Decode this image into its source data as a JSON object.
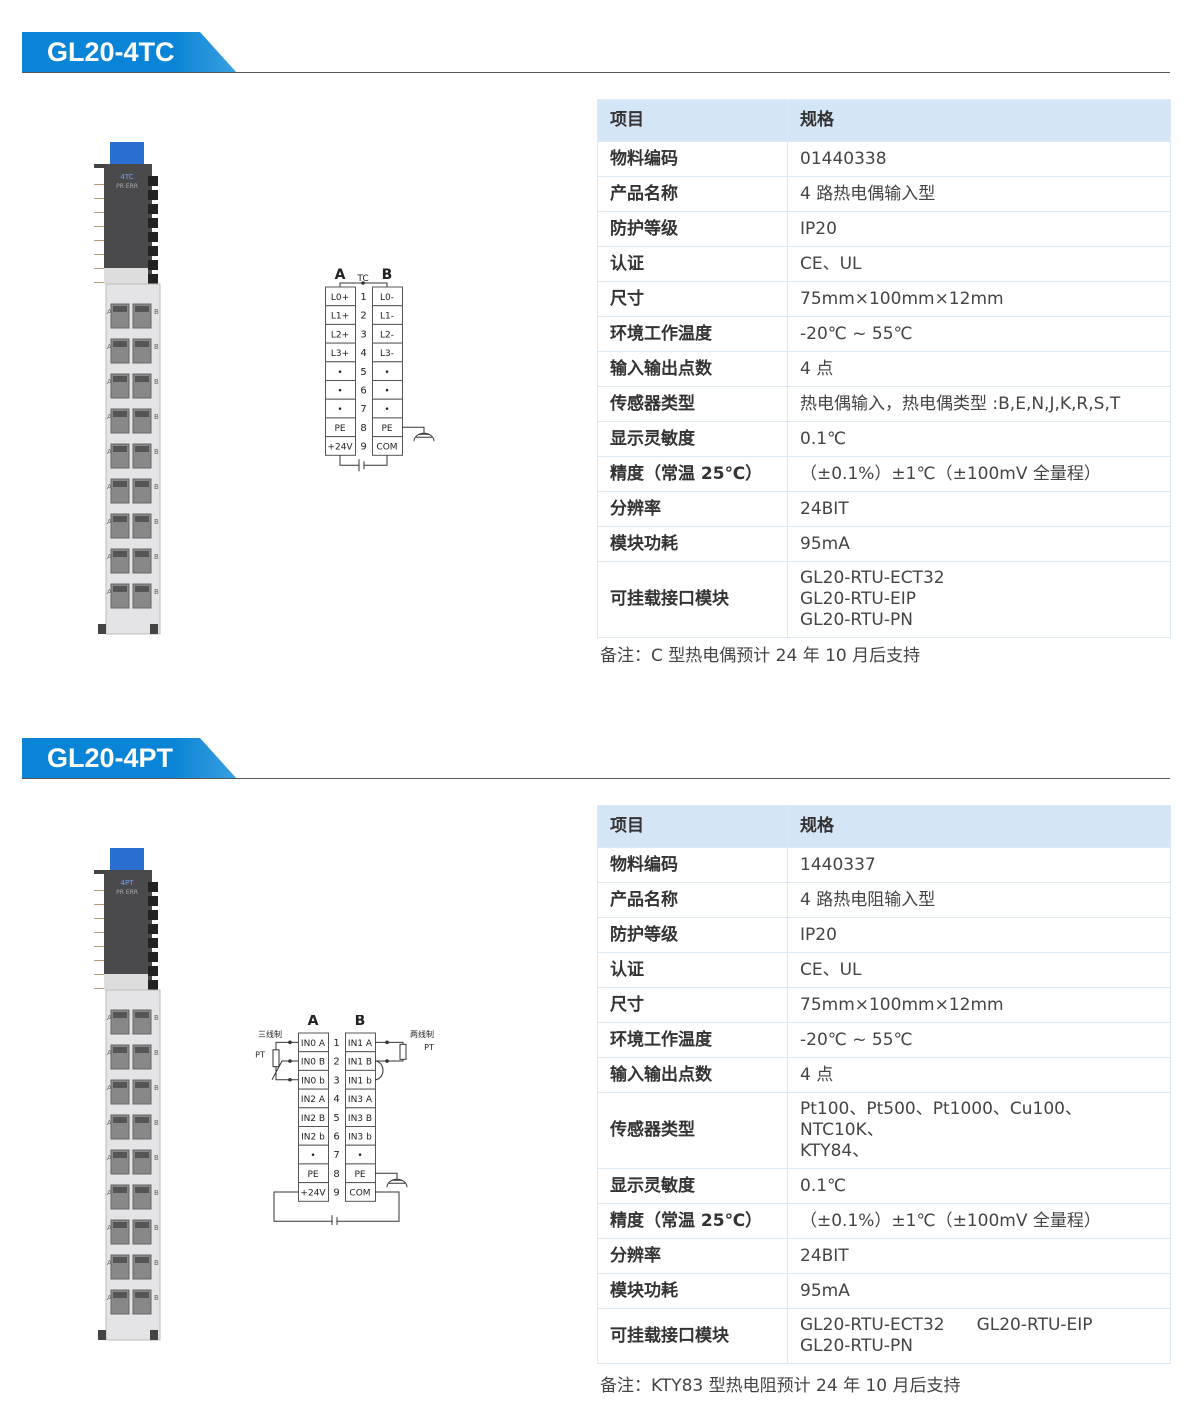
{
  "colors": {
    "accent": "#0a84d6",
    "table_header": "#d4e5f6",
    "table_border": "#dde9f5",
    "device_dark": "#4a4a4c",
    "device_blue": "#2a6fd0"
  },
  "sections": [
    {
      "title": "GL20-4TC",
      "device_label": "4TC",
      "device_leds": [
        "PR",
        "ERR"
      ],
      "table": {
        "headers": [
          "项目",
          "规格"
        ],
        "rows": [
          {
            "key": "物料编码",
            "lines": [
              [
                "01440338"
              ]
            ]
          },
          {
            "key": "产品名称",
            "lines": [
              [
                "4 路热电偶输入型"
              ]
            ]
          },
          {
            "key": "防护等级",
            "lines": [
              [
                "IP20"
              ]
            ]
          },
          {
            "key": "认证",
            "lines": [
              [
                "CE、UL"
              ]
            ]
          },
          {
            "key": "尺寸",
            "lines": [
              [
                "75mm×100mm×12mm"
              ]
            ]
          },
          {
            "key": "环境工作温度",
            "lines": [
              [
                "-20℃ ~ 55℃"
              ]
            ]
          },
          {
            "key": "输入输出点数",
            "lines": [
              [
                "4 点"
              ]
            ]
          },
          {
            "key": "传感器类型",
            "lines": [
              [
                "热电偶输入，热电偶类型 :B,E,N,J,K,R,S,T"
              ]
            ]
          },
          {
            "key": "显示灵敏度",
            "lines": [
              [
                "0.1℃"
              ]
            ]
          },
          {
            "key": "精度（常温 25℃）",
            "lines": [
              [
                "（±0.1%）±1℃（±100mV 全量程）"
              ]
            ]
          },
          {
            "key": "分辨率",
            "lines": [
              [
                "24BIT"
              ]
            ]
          },
          {
            "key": "模块功耗",
            "lines": [
              [
                "95mA"
              ]
            ]
          },
          {
            "key": "可挂载接口模块",
            "lines": [
              [
                "GL20-RTU-ECT32"
              ],
              [
                "GL20-RTU-EIP"
              ],
              [
                "GL20-RTU-PN"
              ]
            ]
          }
        ]
      },
      "note": "备注：C 型热电偶预计 24 年 10 月后支持",
      "diagram": {
        "col_a": "A",
        "col_b": "B",
        "center_label": "TC",
        "a": [
          "L0+",
          "L1+",
          "L2+",
          "L3+",
          "•",
          "•",
          "•",
          "PE",
          "+24V"
        ],
        "b": [
          "L0-",
          "L1-",
          "L2-",
          "L3-",
          "•",
          "•",
          "•",
          "PE",
          "COM"
        ],
        "nums": [
          "1",
          "2",
          "3",
          "4",
          "5",
          "6",
          "7",
          "8",
          "9"
        ]
      }
    },
    {
      "title": "GL20-4PT",
      "device_label": "4PT",
      "device_leds": [
        "PR",
        "ERR"
      ],
      "table": {
        "headers": [
          "项目",
          "规格"
        ],
        "rows": [
          {
            "key": "物料编码",
            "lines": [
              [
                "1440337"
              ]
            ]
          },
          {
            "key": "产品名称",
            "lines": [
              [
                "4 路热电阻输入型"
              ]
            ]
          },
          {
            "key": "防护等级",
            "lines": [
              [
                "IP20"
              ]
            ]
          },
          {
            "key": "认证",
            "lines": [
              [
                "CE、UL"
              ]
            ]
          },
          {
            "key": "尺寸",
            "lines": [
              [
                "75mm×100mm×12mm"
              ]
            ]
          },
          {
            "key": "环境工作温度",
            "lines": [
              [
                "-20℃ ~ 55℃"
              ]
            ]
          },
          {
            "key": "输入输出点数",
            "lines": [
              [
                "4 点"
              ]
            ]
          },
          {
            "key": "传感器类型",
            "lines": [
              [
                "Pt100、Pt500、Pt1000、Cu100、NTC10K、"
              ],
              [
                "KTY84、"
              ]
            ]
          },
          {
            "key": "显示灵敏度",
            "lines": [
              [
                "0.1℃"
              ]
            ]
          },
          {
            "key": "精度（常温 25℃）",
            "lines": [
              [
                "（±0.1%）±1℃（±100mV 全量程）"
              ]
            ]
          },
          {
            "key": "分辨率",
            "lines": [
              [
                "24BIT"
              ]
            ]
          },
          {
            "key": "模块功耗",
            "lines": [
              [
                "95mA"
              ]
            ]
          },
          {
            "key": "可挂载接口模块",
            "lines": [
              [
                "GL20-RTU-ECT32",
                "GL20-RTU-EIP"
              ],
              [
                "GL20-RTU-PN"
              ]
            ]
          }
        ]
      },
      "note": "备注：KTY83 型热电阻预计 24 年 10 月后支持",
      "diagram": {
        "col_a": "A",
        "col_b": "B",
        "left_label": "三线制",
        "right_label": "两线制",
        "sensor_label": "PT",
        "a": [
          "IN0 A",
          "IN0 B",
          "IN0 b",
          "IN2 A",
          "IN2 B",
          "IN2 b",
          "•",
          "PE",
          "+24V"
        ],
        "b": [
          "IN1 A",
          "IN1 B",
          "IN1 b",
          "IN3 A",
          "IN3 B",
          "IN3 b",
          "•",
          "PE",
          "COM"
        ],
        "nums": [
          "1",
          "2",
          "3",
          "4",
          "5",
          "6",
          "7",
          "8",
          "9"
        ]
      }
    }
  ]
}
